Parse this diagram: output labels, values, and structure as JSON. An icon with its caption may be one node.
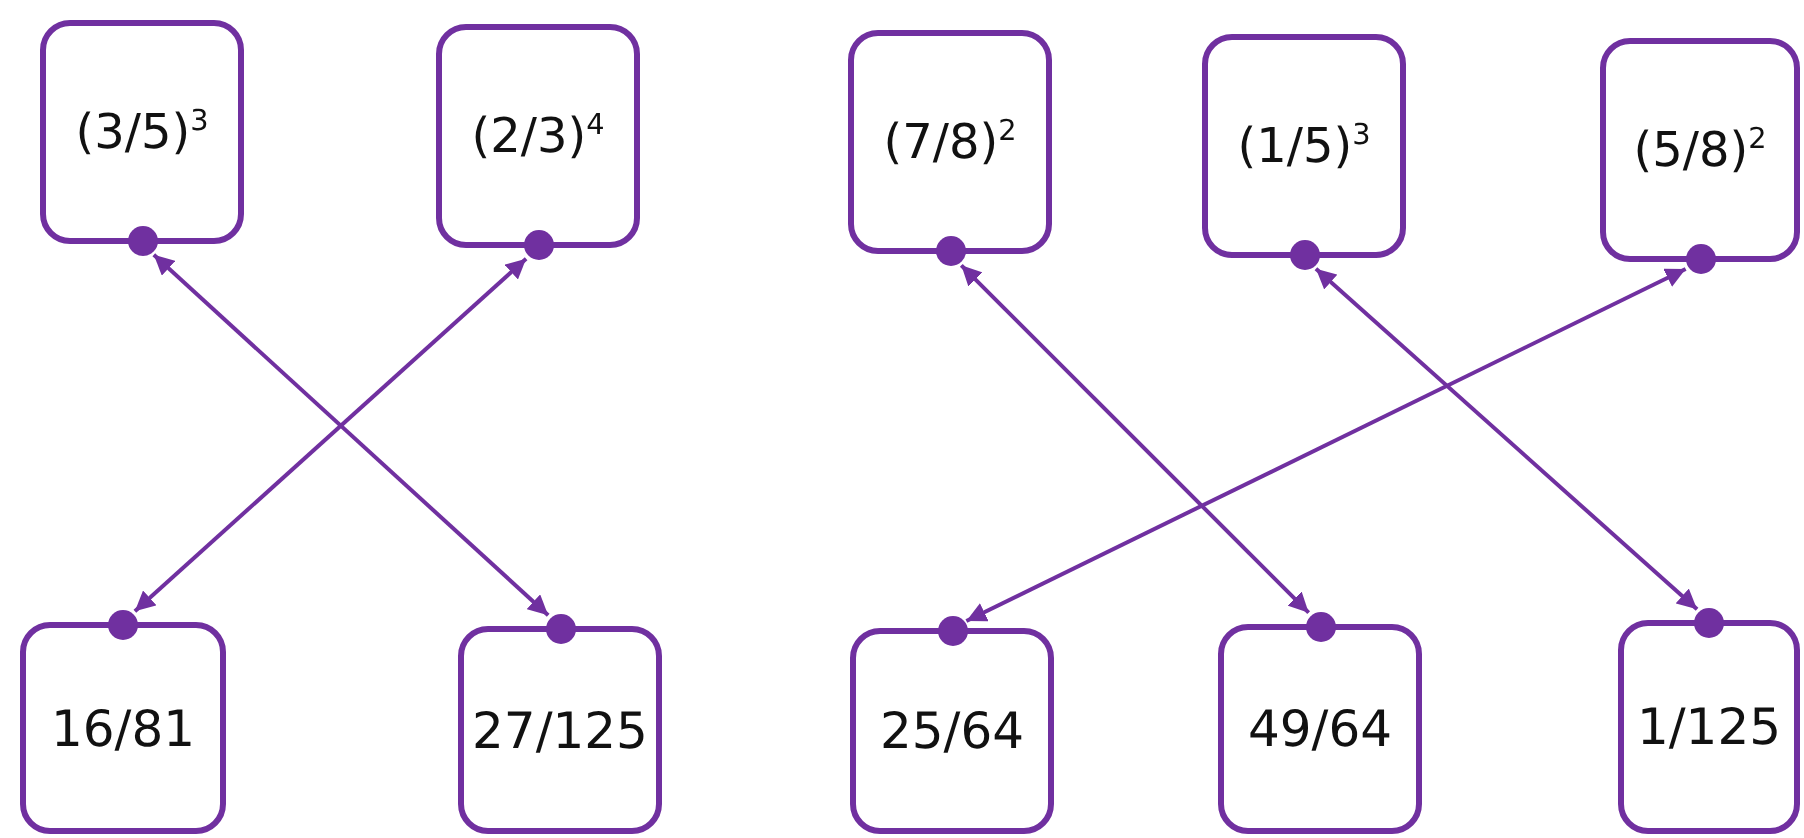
{
  "diagram": {
    "nodes": [
      {
        "text": [
          "(3/5)$^{3}$"
        ]
      },
      {
        "text": [
          "(2/3)$^{4}$"
        ]
      },
      {
        "text": [
          "(7/8)$^{2}$"
        ]
      },
      {
        "text": [
          "(1/5)$^{3}$"
        ]
      },
      {
        "text": [
          "(5/8)$^{2}$"
        ]
      },
      {
        "text": [
          "16/81"
        ]
      },
      {
        "text": [
          "27/125"
        ]
      },
      {
        "text": [
          "25/64"
        ]
      },
      {
        "text": [
          "49/64"
        ]
      },
      {
        "text": [
          "1/125"
        ]
      }
    ],
    "edges": [
      {
        "from": 0,
        "to": 6,
        "arrow": "both"
      },
      {
        "from": 1,
        "to": 5,
        "arrow": "both"
      },
      {
        "from": 2,
        "to": 8,
        "arrow": "both"
      },
      {
        "from": 3,
        "to": 9,
        "arrow": "both"
      },
      {
        "from": 4,
        "to": 7,
        "arrow": "both"
      }
    ]
  }
}
